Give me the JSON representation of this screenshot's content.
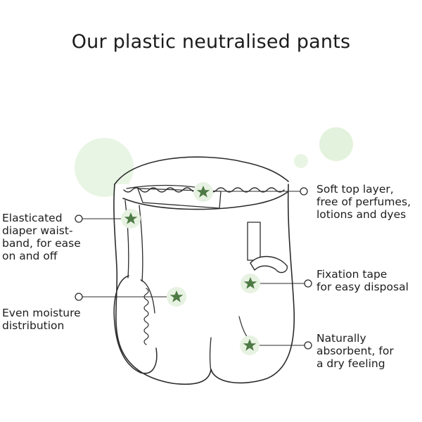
{
  "title": "Our plastic neutralised pants",
  "labels": {
    "top_layer": "Soft top layer,\nfree of perfumes,\nlotions and dyes",
    "waistband": "Elasticated\ndiaper waist-\nband, for ease\non and off",
    "fixation": "Fixation tape\nfor easy disposal",
    "moisture": "Even moisture\ndistribution",
    "absorbent": "Naturally\nabsorbent, for\na dry feeling"
  },
  "colors": {
    "star": "#4e7a45",
    "star_halo": "#e7f2e2",
    "bubble": "#e5f3df",
    "line": "#2b2b2b"
  },
  "icons": [
    "star-icon",
    "connector-dot-icon"
  ]
}
